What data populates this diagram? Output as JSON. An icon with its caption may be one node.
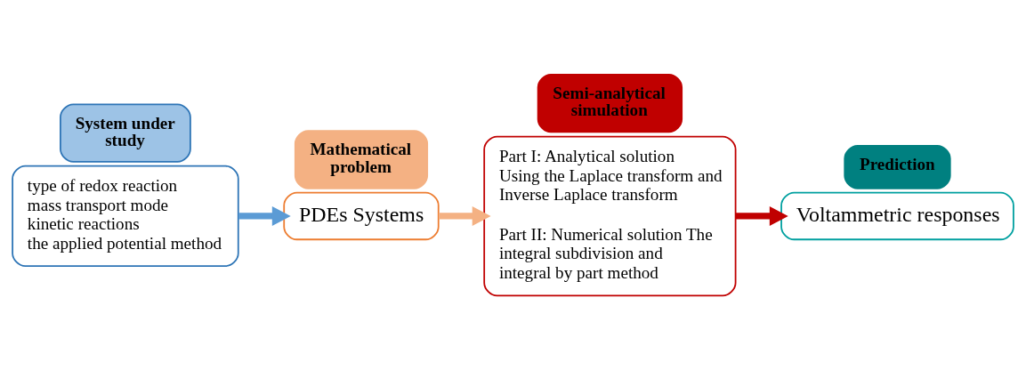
{
  "diagram": {
    "nodes": [
      {
        "text": [
          "System under study"
        ]
      },
      {
        "text": [
          "type of redox reaction",
          "mass transport mode",
          "kinetic reactions",
          "the applied potential method"
        ]
      },
      {
        "text": [
          "Mathematical problem"
        ]
      },
      {
        "text": [
          "PDEs Systems"
        ]
      },
      {
        "text": [
          "Semi-analytical simulation"
        ]
      },
      {
        "text": [
          "Part I: Analytical solution Using the Laplace transform and Inverse Laplace transform",
          "Part II: Numerical solution The integral subdivision and integral by part method"
        ]
      },
      {
        "text": [
          "Prediction"
        ]
      },
      {
        "text": [
          "Voltammetric responses"
        ]
      }
    ],
    "edges": [
      {
        "from": 1,
        "to": 3,
        "arrow": "to",
        "color": "#5b9bd5"
      },
      {
        "from": 3,
        "to": 5,
        "arrow": "to",
        "color": "#f4b183"
      },
      {
        "from": 5,
        "to": 7,
        "arrow": "to",
        "color": "#c00000"
      }
    ]
  }
}
